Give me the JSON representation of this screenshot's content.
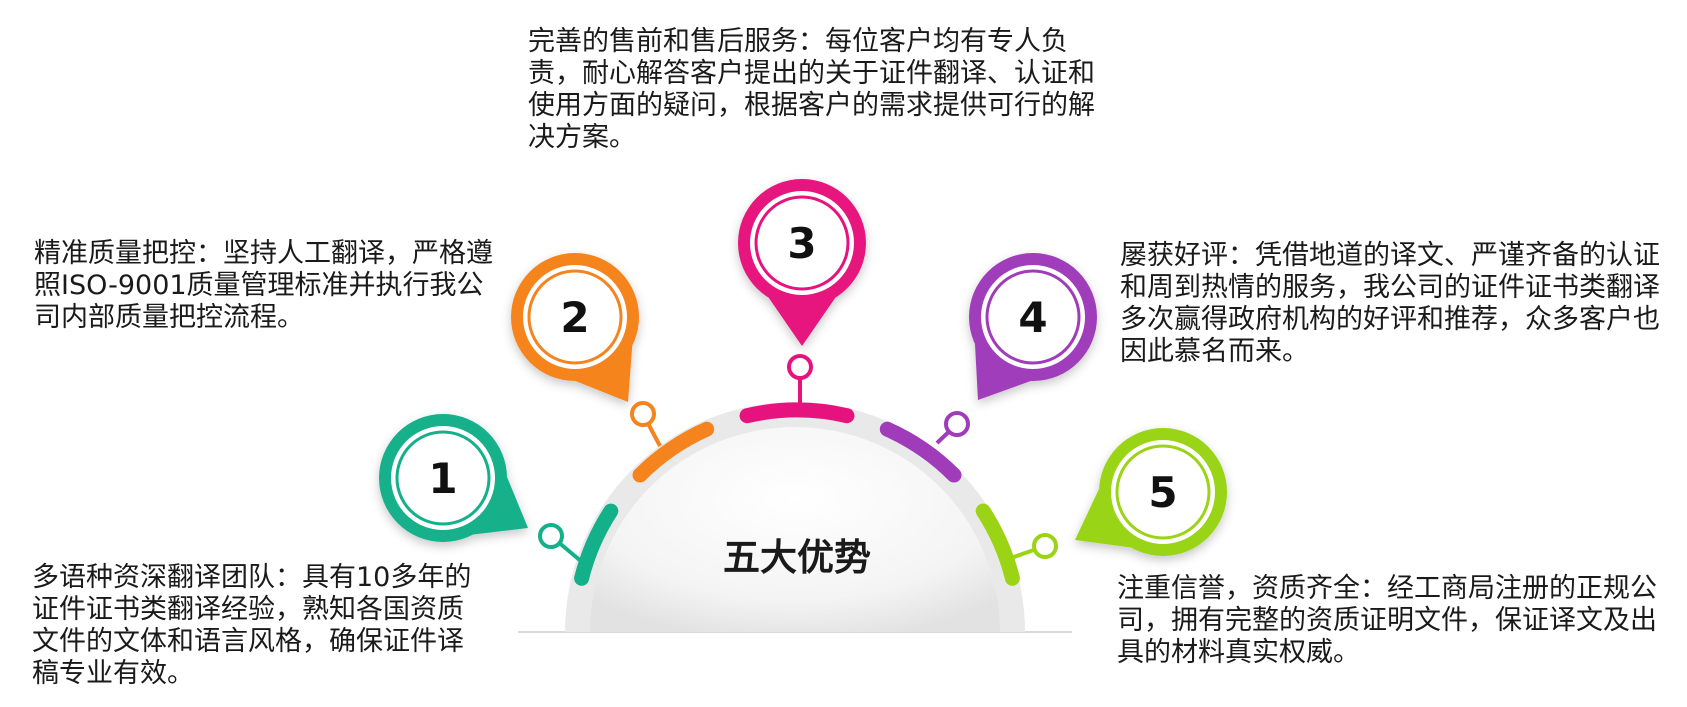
{
  "center_title": "五大优势",
  "colors": {
    "item1": "#13b08a",
    "item2": "#f5841f",
    "item3": "#e6137e",
    "item4": "#a03cba",
    "item5": "#9ad414",
    "baseline": "#d9d9d9"
  },
  "items": [
    {
      "number": "1",
      "text": "多语种资深翻译团队：具有10多年的证件证书类翻译经验，熟知各国资质文件的文体和语言风格，确保证件译稿专业有效。"
    },
    {
      "number": "2",
      "text": "精准质量把控：坚持人工翻译，严格遵照ISO-9001质量管理标准并执行我公司内部质量把控流程。"
    },
    {
      "number": "3",
      "text": "完善的售前和售后服务：每位客户均有专人负责，耐心解答客户提出的关于证件翻译、认证和使用方面的疑问，根据客户的需求提供可行的解决方案。"
    },
    {
      "number": "4",
      "text": "屡获好评：凭借地道的译文、严谨齐备的认证和周到热情的服务，我公司的证件证书类翻译多次赢得政府机构的好评和推荐，众多客户也因此慕名而来。"
    },
    {
      "number": "5",
      "text": "注重信誉，资质齐全：经工商局注册的正规公司，拥有完整的资质证明文件，保证译文及出具的材料真实权威。"
    }
  ]
}
